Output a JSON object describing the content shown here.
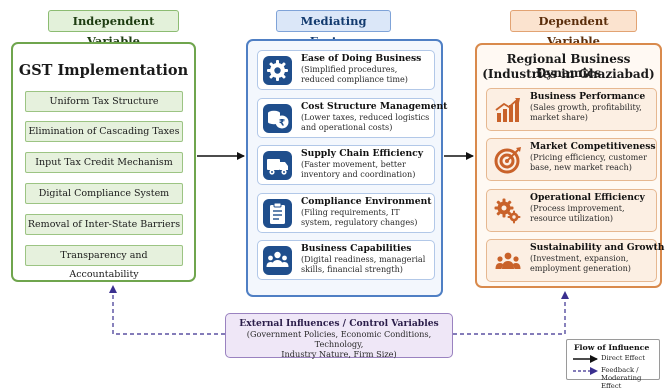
{
  "headers": {
    "independent": "Independent Variable",
    "mediating": "Mediating Factors",
    "dependent": "Dependent Variable"
  },
  "independent": {
    "title": "GST Implementation",
    "items": [
      "Uniform Tax Structure",
      "Elimination of Cascading Taxes",
      "Input Tax Credit Mechanism",
      "Digital Compliance System",
      "Removal of Inter-State Barriers",
      "Transparency and Accountability"
    ]
  },
  "mediating": {
    "items": [
      {
        "title": "Ease of Doing Business",
        "desc": "(Simplified procedures, reduced compliance time)",
        "icon": "gear-icon"
      },
      {
        "title": "Cost Structure Management",
        "desc": "(Lower taxes, reduced logistics and operational costs)",
        "icon": "coins-icon"
      },
      {
        "title": "Supply Chain Efficiency",
        "desc": "(Faster movement, better inventory and coordination)",
        "icon": "truck-icon"
      },
      {
        "title": "Compliance Environment",
        "desc": "(Filing requirements, IT system, regulatory changes)",
        "icon": "clipboard-icon"
      },
      {
        "title": "Business Capabilities",
        "desc": "(Digital readiness, managerial skills, financial strength)",
        "icon": "team-icon"
      }
    ]
  },
  "dependent": {
    "title_line1": "Regional Business Dynamics",
    "title_line2": "(Industries in Ghaziabad)",
    "items": [
      {
        "title": "Business Performance",
        "desc": "(Sales growth, profitability, market share)",
        "icon": "bar-chart-icon"
      },
      {
        "title": "Market Competitiveness",
        "desc": "(Pricing efficiency, customer base, new market reach)",
        "icon": "target-icon"
      },
      {
        "title": "Operational Efficiency",
        "desc": "(Process improvement, resource utilization)",
        "icon": "gears-icon"
      },
      {
        "title": "Sustainability and Growth",
        "desc": "(Investment, expansion, employment generation)",
        "icon": "people-icon"
      }
    ]
  },
  "external": {
    "title": "External Influences / Control Variables",
    "desc_line1": "(Government Policies, Economic Conditions, Technology,",
    "desc_line2": "Industry Nature, Firm Size)"
  },
  "legend": {
    "title": "Flow of Influence",
    "direct": "Direct Effect",
    "feedback": "Feedback / Moderating Effect"
  },
  "colors": {
    "green": "#6fa54d",
    "blue": "#4f7fc4",
    "orange": "#d98a4c",
    "purple": "#3a2f8f",
    "navy_icon": "#1f4e8c",
    "orange_icon": "#c9622a"
  }
}
